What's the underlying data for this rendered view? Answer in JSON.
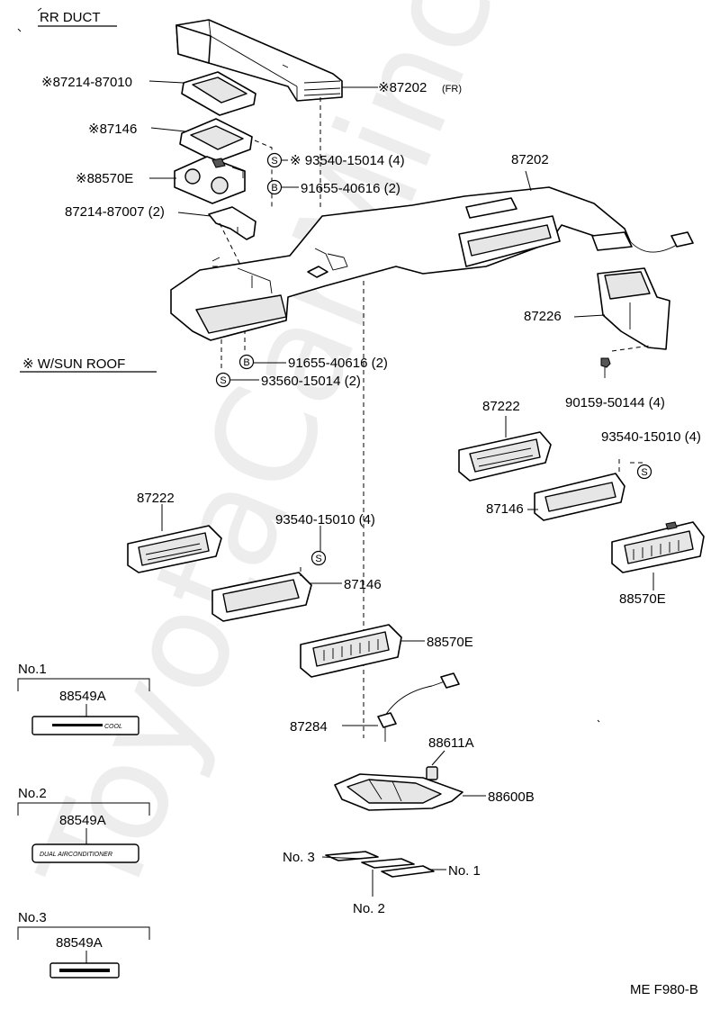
{
  "watermark": "ToyotaCarMinc.ru",
  "header": {
    "title": "RR DUCT",
    "variant_note": "※ W/SUN ROOF"
  },
  "footer": {
    "code": "ME F980-B"
  },
  "callouts": {
    "p87214_87010": "※87214-87010",
    "p87202_fr": "※87202",
    "p87202_fr_suffix": "(FR)",
    "p87146_top": "※87146",
    "p93540_15014": "※ 93540-15014 (4)",
    "p88570e_top": "※88570E",
    "p91655_40616_top": "91655-40616 (2)",
    "p87214_87007": "87214-87007 (2)",
    "p87202": "87202",
    "p87226": "87226",
    "p91655_40616_bot": "91655-40616 (2)",
    "p93560_15014": "93560-15014 (2)",
    "p90159_50144": "90159-50144 (4)",
    "p87222_right": "87222",
    "p93540_15010_right": "93540-15010 (4)",
    "p87146_right": "87146",
    "p88570e_right": "88570E",
    "p87222_left": "87222",
    "p93540_15010_mid": "93540-15010 (4)",
    "p87146_mid": "87146",
    "p88570e_mid": "88570E",
    "p87284": "87284",
    "p88611a": "88611A",
    "p88600b": "88600B",
    "no3_ref": "No. 3",
    "no1_ref": "No. 1",
    "no2_ref": "No. 2"
  },
  "fastener_letters": {
    "screw": "S",
    "bolt": "B"
  },
  "plates": [
    {
      "title": "No.1",
      "part": "88549A",
      "plate_text": "COOL"
    },
    {
      "title": "No.2",
      "part": "88549A",
      "plate_text": "DUAL AIRCONDITIONER"
    },
    {
      "title": "No.3",
      "part": "88549A",
      "plate_text": ""
    }
  ]
}
